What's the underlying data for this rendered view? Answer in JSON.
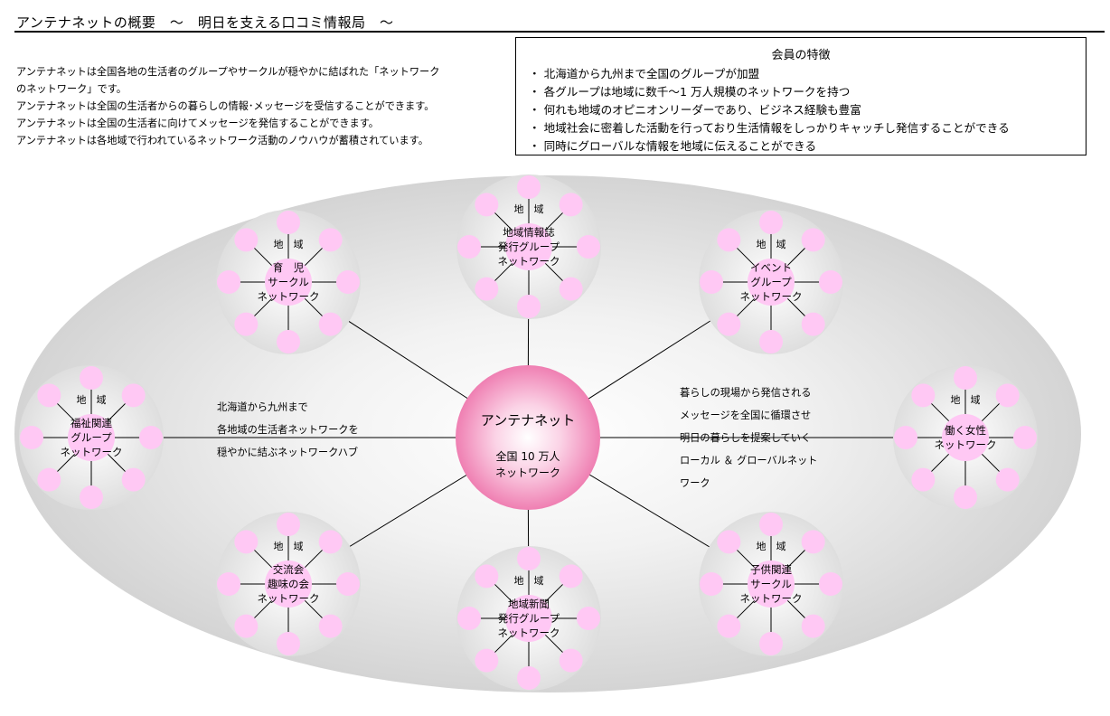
{
  "header": {
    "title": "アンテナネットの概要　～　明日を支える口コミ情報局　～"
  },
  "intro": {
    "lines": [
      "アンテナネットは全国各地の生活者のグループやサークルが穏やかに結ばれた「ネットワーク",
      "のネットワーク」です。",
      "アンテナネットは全国の生活者からの暮らしの情報･メッセージを受信することができます。",
      "アンテナネットは全国の生活者に向けてメッセージを発信することができます。",
      "アンテナネットは各地域で行われているネットワーク活動のノウハウが蓄積されています。"
    ]
  },
  "features": {
    "title": "会員の特徴",
    "items": [
      "北海道から九州まで全国のグループが加盟",
      "各グループは地域に数千～1 万人規模のネットワークを持つ",
      "何れも地域のオピニオンリーダーであり、ビジネス経験も豊富",
      "地域社会に密着した活動を行っており生活情報をしっかりキャッチし発信することができる",
      "同時にグローバルな情報を地域に伝えることができる"
    ]
  },
  "hub": {
    "name": "アンテナネット",
    "size_line1": "全国 10 万人",
    "size_line2": "ネットワーク"
  },
  "left_caption": {
    "lines": [
      "北海道から九州まで",
      "各地域の生活者ネットワークを",
      "穏やかに結ぶネットワークハブ"
    ]
  },
  "right_caption": {
    "lines": [
      "暮らしの現場から発信される",
      "メッセージを全国に循環させ",
      "明日の暮らしを提案していく",
      "ローカル ＆ グローバルネット",
      "ワーク"
    ]
  },
  "region_label": "地　域",
  "clusters": [
    {
      "lines": [
        "育　児",
        "サークル",
        "ネットワーク"
      ]
    },
    {
      "lines": [
        "地域情報誌",
        "発行グループ",
        "ネットワーク"
      ]
    },
    {
      "lines": [
        "イベント",
        "グループ",
        "ネットワーク"
      ]
    },
    {
      "lines": [
        "福祉関連",
        "グループ",
        "ネットワーク"
      ]
    },
    {
      "lines": [
        "働く女性",
        "ネットワーク"
      ]
    },
    {
      "lines": [
        "交流会",
        "趣味の会",
        "ネットワーク"
      ]
    },
    {
      "lines": [
        "地域新聞",
        "発行グループ",
        "ネットワーク"
      ]
    },
    {
      "lines": [
        "子供関連",
        "サークル",
        "ネットワーク"
      ]
    }
  ],
  "colors": {
    "node_pink": "#ffc8f4",
    "hub_pink": "#f080b4",
    "cluster_bg": "#e4e4e4"
  }
}
